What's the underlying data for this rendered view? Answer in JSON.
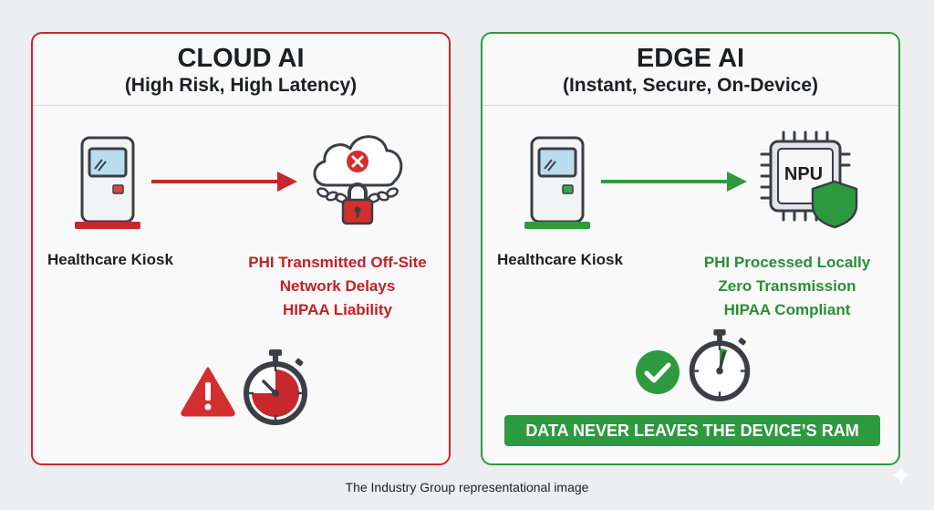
{
  "cloud": {
    "title": "CLOUD AI",
    "subtitle": "(High Risk, High Latency)",
    "kiosk_label": "Healthcare Kiosk",
    "issues": [
      "PHI Transmitted Off-Site",
      "Network Delays",
      "HIPAA Liability"
    ],
    "chip_label": "",
    "accent": "#c7282d"
  },
  "edge": {
    "title": "EDGE AI",
    "subtitle": "(Instant, Secure, On-Device)",
    "kiosk_label": "Healthcare Kiosk",
    "issues": [
      "PHI Processed Locally",
      "Zero Transmission",
      "HIPAA Compliant"
    ],
    "chip_label": "NPU",
    "banner": "DATA NEVER LEAVES THE DEVICE’S RAM",
    "accent": "#2f9a3e"
  },
  "icons": {
    "cloud": [
      "kiosk-icon",
      "arrow-right-icon",
      "locked-cloud-icon",
      "warning-triangle-icon",
      "stopwatch-icon"
    ],
    "edge": [
      "kiosk-icon",
      "arrow-right-icon",
      "npu-chip-shield-icon",
      "check-circle-icon",
      "stopwatch-icon"
    ]
  },
  "caption": "The Industry Group representational image"
}
